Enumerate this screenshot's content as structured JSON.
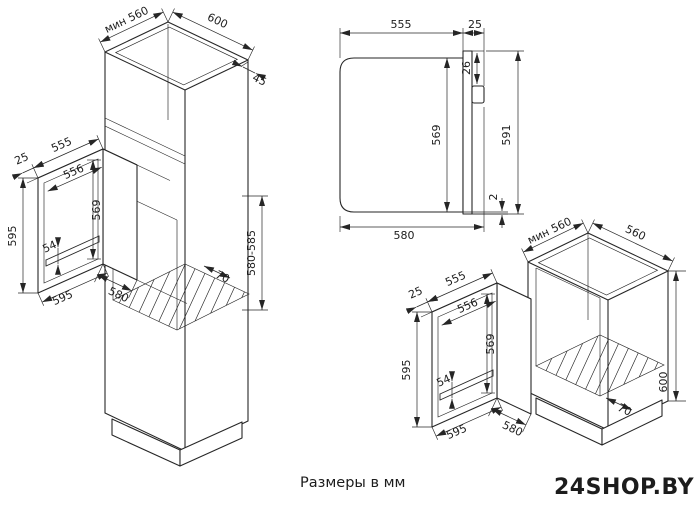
{
  "caption": "Размеры в мм",
  "watermark": "24SHOP.BY",
  "colors": {
    "line": "#262626",
    "watermark": "#4BA315",
    "background": "#ffffff"
  },
  "tall_cabinet": {
    "depth_min": "мин 560",
    "width": "600",
    "frame": "45",
    "niche_height": "580-585",
    "shelf_gap": "70",
    "oven": {
      "front_width": "555",
      "overlap": "25",
      "inner_width": "556",
      "height_left": "595",
      "inner_height": "569",
      "handle": "54",
      "height_bottom": "595",
      "depth": "580"
    }
  },
  "side_view": {
    "depth_body": "555",
    "front_overhang": "25",
    "top_strip": "26",
    "body_height": "569",
    "total_height": "591",
    "bottom_gap": "2",
    "total_depth": "580"
  },
  "base_cabinet": {
    "depth_min": "мин 560",
    "width": "560",
    "height": "600",
    "shelf_gap": "70",
    "oven": {
      "front_width": "555",
      "overlap": "25",
      "inner_width": "556",
      "height_left": "595",
      "inner_height": "569",
      "handle": "54",
      "height_bottom": "595",
      "depth": "580"
    }
  }
}
